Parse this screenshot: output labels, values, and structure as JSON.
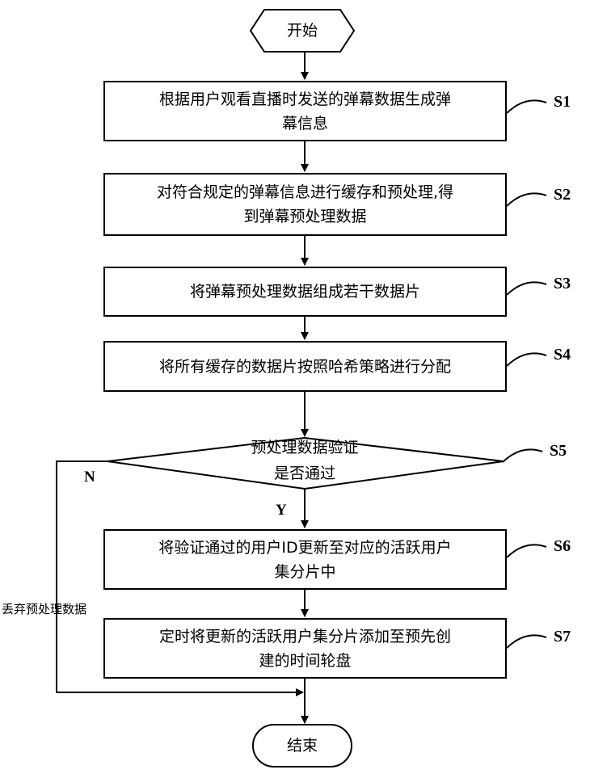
{
  "start": "开始",
  "end": "结束",
  "steps": [
    {
      "id": "S1",
      "lines": [
        "根据用户观看直播时发送的弹幕数据生成弹",
        "幕信息"
      ]
    },
    {
      "id": "S2",
      "lines": [
        "对符合规定的弹幕信息进行缓存和预处理,得",
        "到弹幕预处理数据"
      ]
    },
    {
      "id": "S3",
      "lines": [
        "将弹幕预处理数据组成若干数据片"
      ]
    },
    {
      "id": "S4",
      "lines": [
        "将所有缓存的数据片按照哈希策略进行分配"
      ]
    },
    {
      "id": "S5",
      "lines": [
        "预处理数据验证",
        "是否通过"
      ]
    },
    {
      "id": "S6",
      "lines": [
        "将验证通过的用户ID更新至对应的活跃用户",
        "集分片中"
      ]
    },
    {
      "id": "S7",
      "lines": [
        "定时将更新的活跃用户集分片添加至预先创",
        "建的时间轮盘"
      ]
    }
  ],
  "branch": {
    "yes": "Y",
    "no": "N",
    "no_action": "丢弃预处理数据"
  }
}
